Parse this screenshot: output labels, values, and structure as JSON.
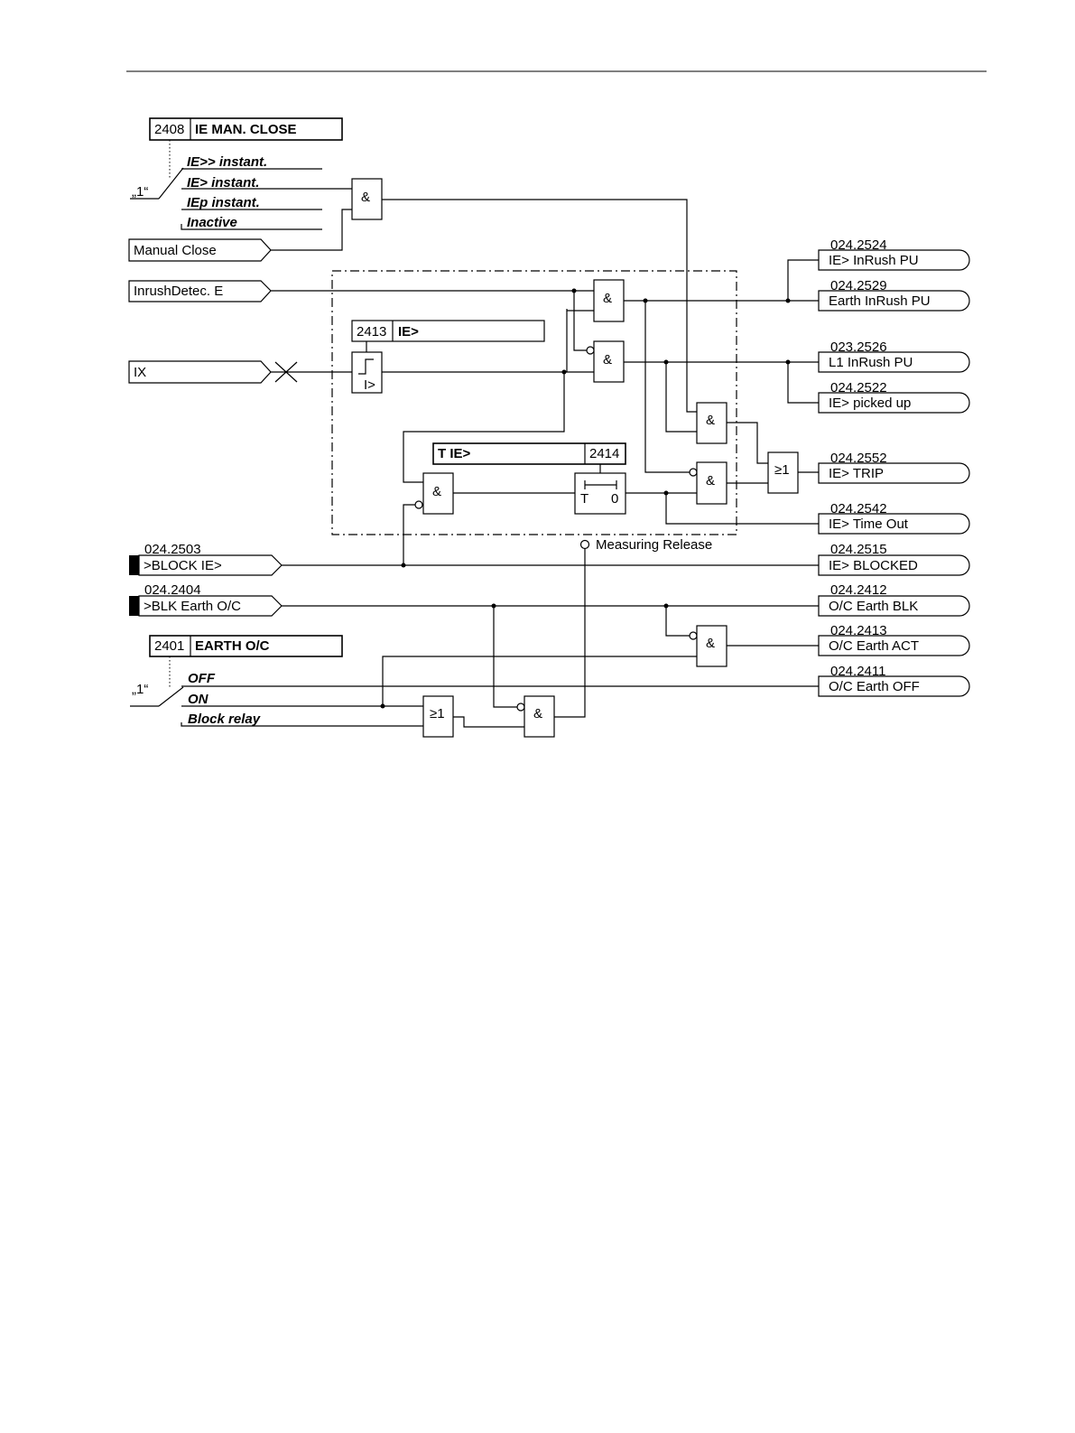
{
  "settings": {
    "man_close": {
      "addr": "2408",
      "name": "IE MAN. CLOSE",
      "default": "„1“",
      "options": [
        "IE>> instant.",
        "IE> instant.",
        "IEp instant.",
        "Inactive"
      ]
    },
    "ie_threshold": {
      "addr": "2413",
      "name": "IE>"
    },
    "t_ie": {
      "addr": "2414",
      "name": "T IE>"
    },
    "earth_oc": {
      "addr": "2401",
      "name": "EARTH O/C",
      "default": "„1“",
      "options": [
        "OFF",
        "ON",
        "Block relay"
      ]
    }
  },
  "inputs": {
    "manual_close": "Manual Close",
    "inrush": "InrushDetec. E",
    "ix": "IX",
    "block_ie": {
      "addr": "024.2503",
      "label": ">BLOCK IE>"
    },
    "blk_earth": {
      "addr": "024.2404",
      "label": ">BLK Earth O/C"
    }
  },
  "gates": {
    "and": "&",
    "or": "≥1"
  },
  "timer": {
    "t": "T",
    "zero": "0"
  },
  "threshold_symbol": "I>",
  "measuring_release": "Measuring Release",
  "outputs": [
    {
      "addr": "024.2524",
      "label": "IE> InRush PU"
    },
    {
      "addr": "024.2529",
      "label": "Earth InRush PU"
    },
    {
      "addr": "023.2526",
      "label": "L1 InRush PU"
    },
    {
      "addr": "024.2522",
      "label": "IE> picked up"
    },
    {
      "addr": "024.2552",
      "label": "IE> TRIP"
    },
    {
      "addr": "024.2542",
      "label": "IE> Time Out"
    },
    {
      "addr": "024.2515",
      "label": "IE> BLOCKED"
    },
    {
      "addr": "024.2412",
      "label": "O/C Earth BLK"
    },
    {
      "addr": "024.2413",
      "label": "O/C Earth ACT"
    },
    {
      "addr": "024.2411",
      "label": "O/C Earth OFF"
    }
  ]
}
